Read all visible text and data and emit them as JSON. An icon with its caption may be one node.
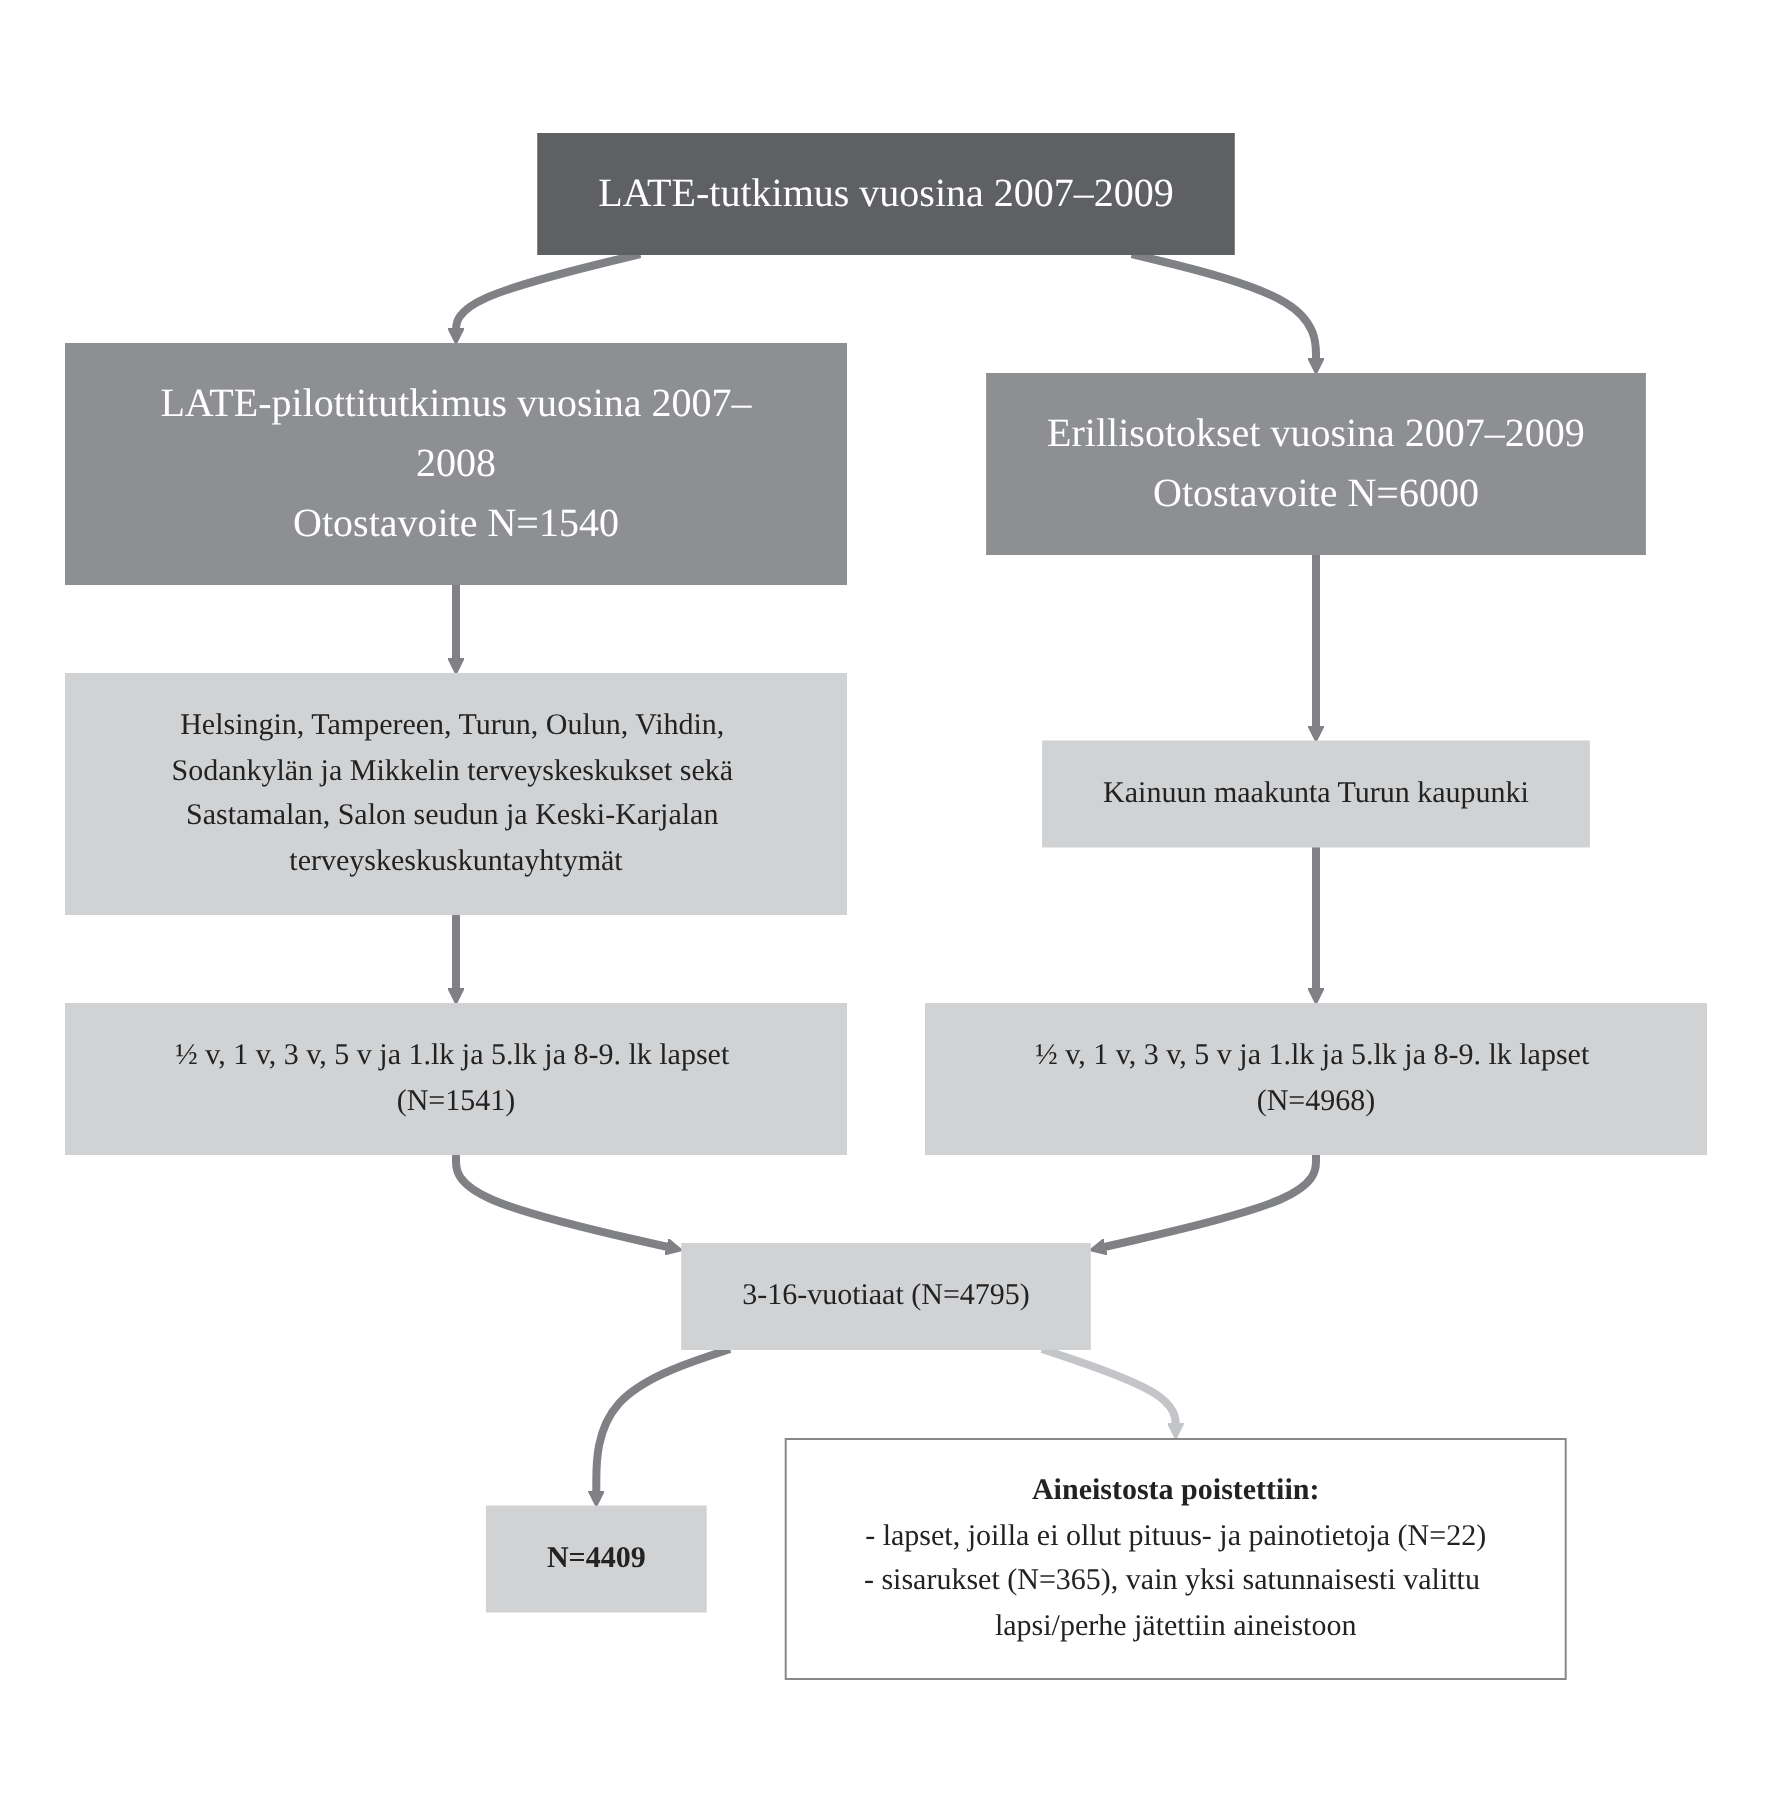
{
  "diagram": {
    "nodes": [
      {
        "text": [
          "LATE-tutkimus vuosina 2007–2009"
        ]
      },
      {
        "text": [
          "LATE-pilottitutkimus vuosina 2007–2008",
          "Otostavoite N=1540"
        ]
      },
      {
        "text": [
          "Erillisotokset vuosina 2007–2009",
          "Otostavoite N=6000"
        ]
      },
      {
        "text": [
          "Helsingin, Tampereen, Turun, Oulun, Vihdin, Sodankylän ja Mikkelin terveyskeskukset sekä Sastamalan, Salon seudun ja Keski-Karjalan terveyskeskuskuntayhtymät"
        ]
      },
      {
        "text": [
          "Kainuun maakunta Turun kaupunki"
        ]
      },
      {
        "text": [
          "½ v, 1 v, 3 v, 5 v ja 1.lk ja 5.lk ja 8-9. lk lapset (N=1541)"
        ]
      },
      {
        "text": [
          "½ v, 1 v, 3 v, 5 v ja 1.lk ja 5.lk ja 8-9. lk lapset (N=4968)"
        ]
      },
      {
        "text": [
          "3-16-vuotiaat (N=4795)"
        ]
      },
      {
        "text": [
          "N=4409"
        ]
      },
      {
        "text": [
          "Aineistosta poistettiin:",
          "- lapset, joilla ei ollut pituus- ja painotietoja (N=22)",
          "- sisarukset (N=365), vain yksi satunnaisesti valittu lapsi/perhe jätettiin aineistoon"
        ]
      }
    ],
    "edges": [
      {
        "from": 0,
        "to": 1,
        "arrow": "to"
      },
      {
        "from": 0,
        "to": 2,
        "arrow": "to"
      },
      {
        "from": 1,
        "to": 3,
        "arrow": "to"
      },
      {
        "from": 2,
        "to": 4,
        "arrow": "to"
      },
      {
        "from": 3,
        "to": 5,
        "arrow": "to"
      },
      {
        "from": 4,
        "to": 6,
        "arrow": "to"
      },
      {
        "from": 5,
        "to": 7,
        "arrow": "to"
      },
      {
        "from": 6,
        "to": 7,
        "arrow": "to"
      },
      {
        "from": 7,
        "to": 8,
        "arrow": "to"
      },
      {
        "from": 7,
        "to": 9,
        "arrow": "to",
        "color": "#c4c5c8"
      }
    ]
  }
}
